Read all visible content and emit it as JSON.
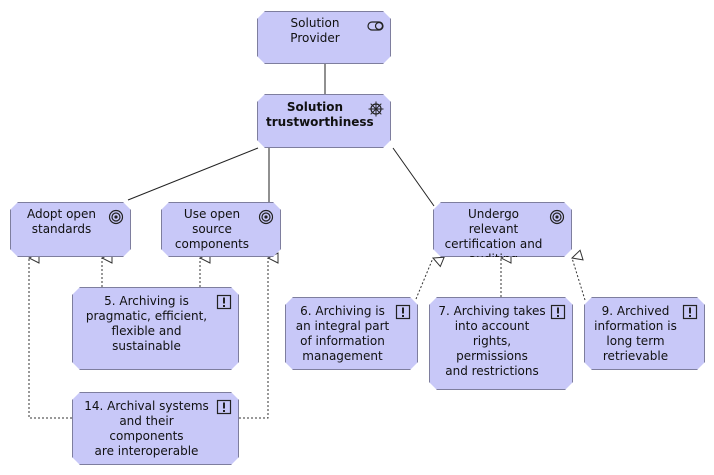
{
  "diagram": {
    "nodes": [
      {
        "id": "solution-provider",
        "label": "Solution\nProvider",
        "icon": "role-icon",
        "bold": false
      },
      {
        "id": "solution-trustworthiness",
        "label": "Solution\ntrustworthiness",
        "icon": "driver-icon",
        "bold": true
      },
      {
        "id": "adopt-open-standards",
        "label": "Adopt open\nstandards",
        "icon": "goal-icon",
        "bold": false
      },
      {
        "id": "use-open-source",
        "label": "Use open\nsource\ncomponents",
        "icon": "goal-icon",
        "bold": false
      },
      {
        "id": "undergo-certification",
        "label": "Undergo relevant\ncertification and\nauditing",
        "icon": "goal-icon",
        "bold": false
      },
      {
        "id": "principle-5",
        "label": "5. Archiving is\npragmatic, efficient,\nflexible and\nsustainable",
        "icon": "principle-icon",
        "bold": false
      },
      {
        "id": "principle-6",
        "label": "6. Archiving is\nan integral part\nof information\nmanagement",
        "icon": "principle-icon",
        "bold": false
      },
      {
        "id": "principle-7",
        "label": "7. Archiving takes\ninto account\nrights, permissions\nand restrictions",
        "icon": "principle-icon",
        "bold": false
      },
      {
        "id": "principle-9",
        "label": "9. Archived\ninformation is\nlong term\nretrievable",
        "icon": "principle-icon",
        "bold": false
      },
      {
        "id": "principle-14",
        "label": "14. Archival systems\nand their components\nare interoperable",
        "icon": "principle-icon",
        "bold": false
      }
    ],
    "colors": {
      "node_fill": "#c8c8f8",
      "node_border": "#7e7e9e",
      "line": "#222222"
    }
  }
}
